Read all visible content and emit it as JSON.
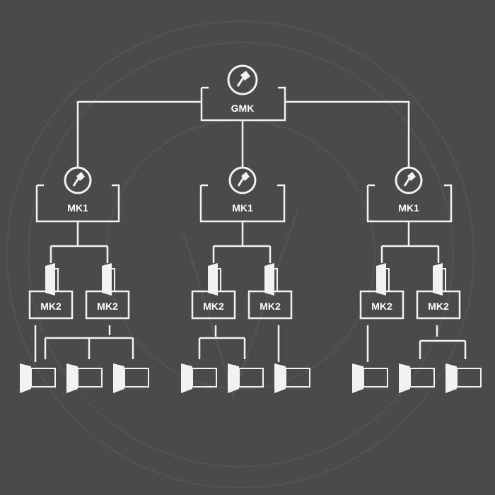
{
  "diagram": {
    "root": {
      "label": "GMK",
      "icon": "key-icon"
    },
    "branches": [
      {
        "label": "MK1",
        "icon": "key-icon",
        "children": [
          {
            "label": "MK2"
          },
          {
            "label": "MK2"
          }
        ]
      },
      {
        "label": "MK1",
        "icon": "key-icon",
        "children": [
          {
            "label": "MK2"
          },
          {
            "label": "MK2"
          }
        ]
      },
      {
        "label": "MK1",
        "icon": "key-icon",
        "children": [
          {
            "label": "MK2"
          },
          {
            "label": "MK2"
          }
        ]
      }
    ],
    "colors": {
      "background": "#4a4a4a",
      "foreground": "#f2f2f2",
      "watermark": "#555555"
    }
  }
}
